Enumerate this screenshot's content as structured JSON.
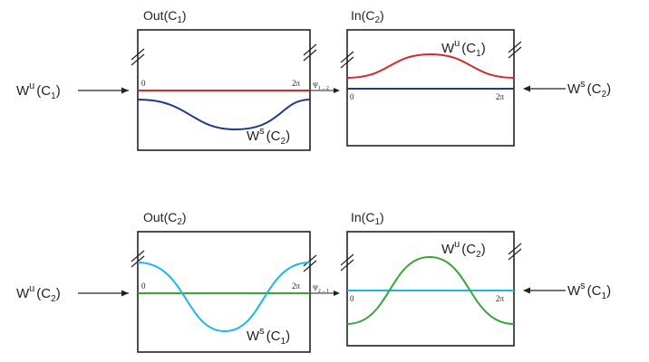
{
  "colors": {
    "frame": "#222222",
    "red": "#d62a2a",
    "navy": "#1f3a8a",
    "cyan": "#1ab7e8",
    "green": "#3aa63a"
  },
  "labels": {
    "top": {
      "left_box_title": "Out(C",
      "left_box_title_sub": "1",
      "right_box_title": "In(C",
      "right_box_title_sub": "2",
      "left_input_main": "W",
      "left_input_sup": "u",
      "left_input_arg": "(C",
      "left_input_sub": "1",
      "right_input_main": "W",
      "right_input_sup": "s",
      "right_input_arg": "(C",
      "right_input_sub": "2",
      "left_curve_main": "W",
      "left_curve_sup": "s",
      "left_curve_arg": "(C",
      "left_curve_sub": "2",
      "right_curve_main": "W",
      "right_curve_sup": "u",
      "right_curve_arg": "(C",
      "right_curve_sub": "1",
      "map_main": "Ψ",
      "map_sub": "1→2",
      "left_zero": "0",
      "left_twopi": "2π",
      "right_zero": "0",
      "right_twopi": "2π"
    },
    "bottom": {
      "left_box_title": "Out(C",
      "left_box_title_sub": "2",
      "right_box_title": "In(C",
      "right_box_title_sub": "1",
      "left_input_main": "W",
      "left_input_sup": "u",
      "left_input_arg": "(C",
      "left_input_sub": "2",
      "right_input_main": "W",
      "right_input_sup": "s",
      "right_input_arg": "(C",
      "right_input_sub": "1",
      "left_curve_main": "W",
      "left_curve_sup": "s",
      "left_curve_arg": "(C",
      "left_curve_sub": "1",
      "right_curve_main": "W",
      "right_curve_sup": "u",
      "right_curve_arg": "(C",
      "right_curve_sub": "2",
      "map_main": "Ψ",
      "map_sub": "2→1",
      "left_zero": "0",
      "left_twopi": "2π",
      "right_zero": "0",
      "right_twopi": "2π"
    },
    "close_paren": ")"
  }
}
